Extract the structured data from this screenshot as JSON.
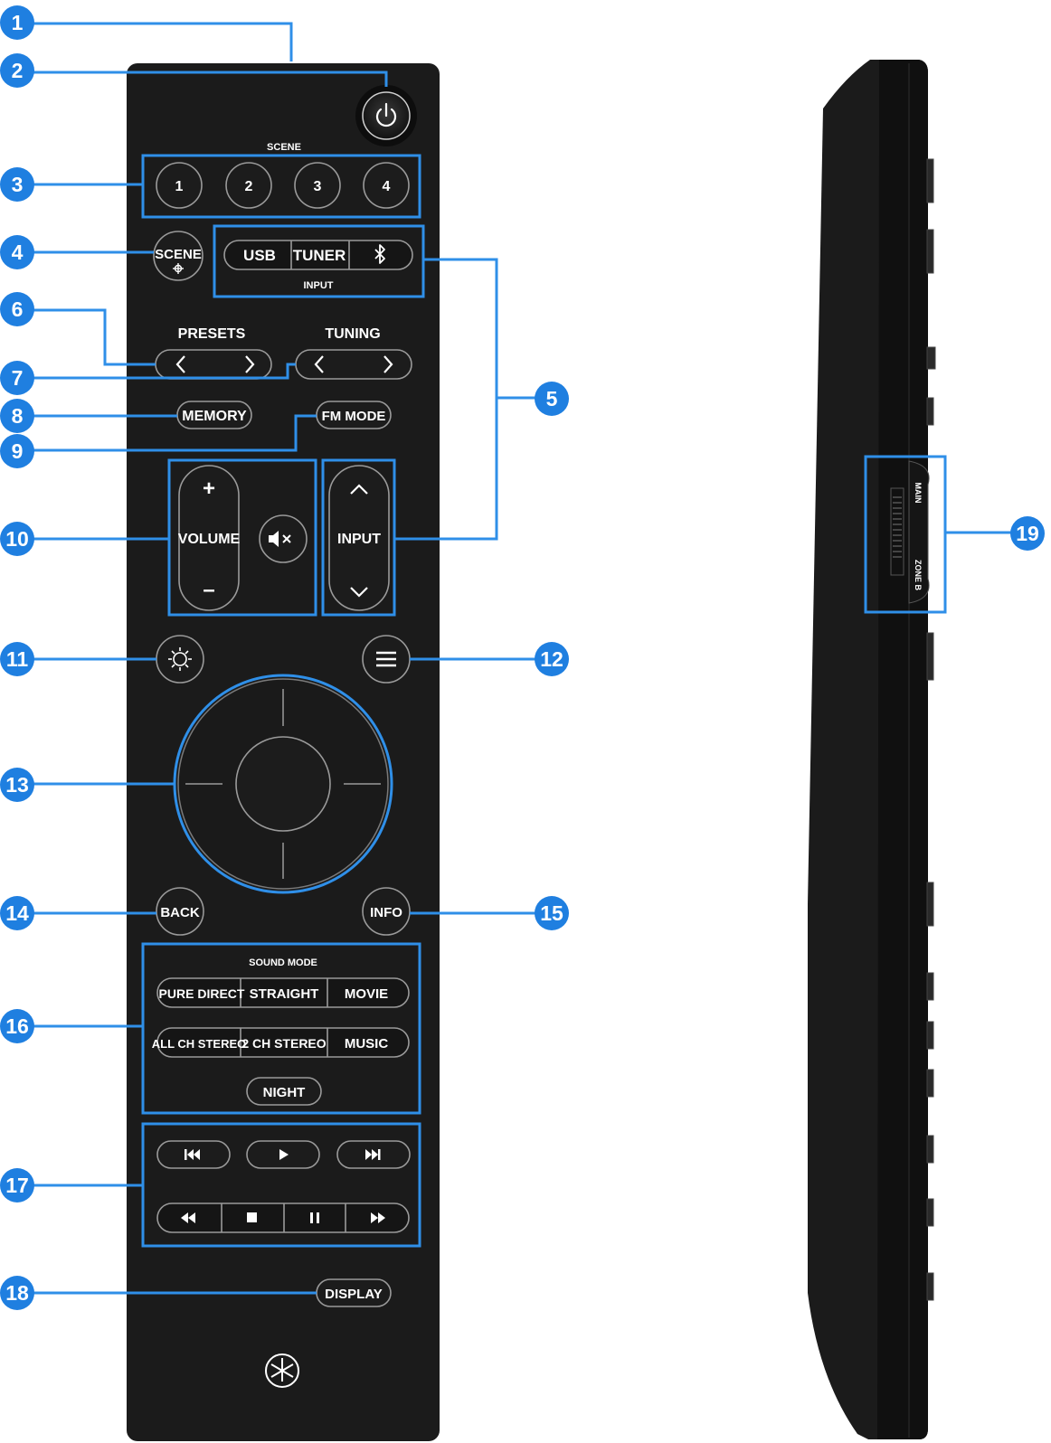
{
  "remote": {
    "scene_title": "SCENE",
    "scene_buttons": [
      "1",
      "2",
      "3",
      "4"
    ],
    "scene_setting": "SCENE",
    "input_buttons": [
      "USB",
      "TUNER"
    ],
    "bluetooth_icon": "bluetooth-icon",
    "input_title": "INPUT",
    "presets_label": "PRESETS",
    "tuning_label": "TUNING",
    "memory_label": "MEMORY",
    "fm_mode_label": "FM MODE",
    "volume_label": "VOLUME",
    "volume_up": "+",
    "volume_down": "–",
    "input_select_label": "INPUT",
    "back_label": "BACK",
    "info_label": "INFO",
    "sound_mode_title": "SOUND MODE",
    "sound_modes_row1": [
      "PURE DIRECT",
      "STRAIGHT",
      "MOVIE"
    ],
    "sound_modes_row2": [
      "ALL CH STEREO",
      "2 CH STEREO",
      "MUSIC"
    ],
    "night_label": "NIGHT",
    "display_label": "DISPLAY"
  },
  "side_view": {
    "switch_top": "MAIN",
    "switch_bottom": "ZONE B"
  },
  "callouts": [
    "1",
    "2",
    "3",
    "4",
    "5",
    "6",
    "7",
    "8",
    "9",
    "10",
    "11",
    "12",
    "13",
    "14",
    "15",
    "16",
    "17",
    "18",
    "19"
  ],
  "colors": {
    "highlight": "#2f8fe8",
    "callout_fill": "#1f7fe0",
    "body": "#1b1b1b",
    "button_edge": "#9a9a9a"
  }
}
